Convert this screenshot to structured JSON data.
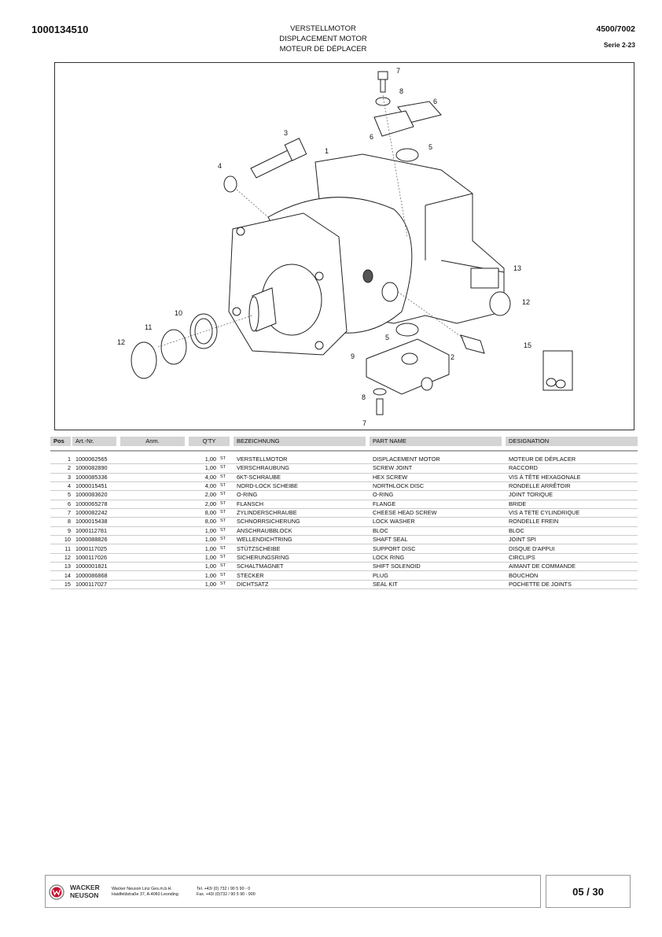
{
  "header": {
    "doc_number": "1000134510",
    "title_de": "VERSTELLMOTOR",
    "title_en": "DISPLACEMENT MOTOR",
    "title_fr": "MOTEUR DE DÉPLACER",
    "model": "4500/7002",
    "serie": "Serie 2-23"
  },
  "diagram": {
    "callouts": [
      "7",
      "8",
      "6",
      "6",
      "5",
      "3",
      "1",
      "4",
      "13",
      "12",
      "10",
      "11",
      "12",
      "15",
      "5",
      "9",
      "2",
      "8",
      "7"
    ]
  },
  "table": {
    "headers": {
      "pos": "Pos",
      "art": "Art.-Nr.",
      "anm": "Anm.",
      "qty": "Q'TY",
      "bez": "BEZEICHNUNG",
      "part": "PART NAME",
      "des": "DESIGNATION"
    },
    "rows": [
      {
        "pos": "1",
        "art": "1000062565",
        "qty": "1,00",
        "unit": "ST",
        "bez": "VERSTELLMOTOR",
        "part": "DISPLACEMENT MOTOR",
        "des": "MOTEUR DE DÉPLACER"
      },
      {
        "pos": "2",
        "art": "1000082890",
        "qty": "1,00",
        "unit": "ST",
        "bez": "VERSCHRAUBUNG",
        "part": "SCREW JOINT",
        "des": "RACCORD"
      },
      {
        "pos": "3",
        "art": "1000085336",
        "qty": "4,00",
        "unit": "ST",
        "bez": "6KT-SCHRAUBE",
        "part": "HEX SCREW",
        "des": "VIS À TÊTE HEXAGONALE"
      },
      {
        "pos": "4",
        "art": "1000015451",
        "qty": "4,00",
        "unit": "ST",
        "bez": "NORD-LOCK SCHEIBE",
        "part": "NORTHLOCK DISC",
        "des": "RONDELLE ARRÊTOIR"
      },
      {
        "pos": "5",
        "art": "1000083620",
        "qty": "2,00",
        "unit": "ST",
        "bez": "O-RING",
        "part": "O-RING",
        "des": "JOINT TORIQUE"
      },
      {
        "pos": "6",
        "art": "1000065278",
        "qty": "2,00",
        "unit": "ST",
        "bez": "FLANSCH",
        "part": "FLANGE",
        "des": "BRIDE"
      },
      {
        "pos": "7",
        "art": "1000082242",
        "qty": "8,00",
        "unit": "ST",
        "bez": "ZYLINDERSCHRAUBE",
        "part": "CHEESE HEAD SCREW",
        "des": "VIS A TETE CYLINDRIQUE"
      },
      {
        "pos": "8",
        "art": "1000015438",
        "qty": "8,00",
        "unit": "ST",
        "bez": "SCHNORRSICHERUNG",
        "part": "LOCK WASHER",
        "des": "RONDELLE FREIN"
      },
      {
        "pos": "9",
        "art": "1000112781",
        "qty": "1,00",
        "unit": "ST",
        "bez": "ANSCHRAUBBLOCK",
        "part": "BLOC",
        "des": "BLOC"
      },
      {
        "pos": "10",
        "art": "1000088826",
        "qty": "1,00",
        "unit": "ST",
        "bez": "WELLENDICHTRING",
        "part": "SHAFT SEAL",
        "des": "JOINT SPI"
      },
      {
        "pos": "11",
        "art": "1000117025",
        "qty": "1,00",
        "unit": "ST",
        "bez": "STÜTZSCHEIBE",
        "part": "SUPPORT DISC",
        "des": "DISQUE D'APPUI"
      },
      {
        "pos": "12",
        "art": "1000117026",
        "qty": "1,00",
        "unit": "ST",
        "bez": "SICHERUNGSRING",
        "part": "LOCK RING",
        "des": "CIRCLIPS"
      },
      {
        "pos": "13",
        "art": "1000001821",
        "qty": "1,00",
        "unit": "ST",
        "bez": "SCHALTMAGNET",
        "part": "SHIFT SOLENOID",
        "des": "AIMANT DE COMMANDE"
      },
      {
        "pos": "14",
        "art": "1000086868",
        "qty": "1,00",
        "unit": "ST",
        "bez": "STECKER",
        "part": "PLUG",
        "des": "BOUCHON"
      },
      {
        "pos": "15",
        "art": "1000117027",
        "qty": "1,00",
        "unit": "ST",
        "bez": "DICHTSATZ",
        "part": "SEAL KIT",
        "des": "POCHETTE DE JOINTS"
      }
    ]
  },
  "footer": {
    "logo_line1": "WACKER",
    "logo_line2": "NEUSON",
    "company": "Wacker Neuson Linz  Ges.m.b.H.",
    "address": "Haidfeldstraße 37, A-4060 Leonding",
    "tel": "Tel. +43/ (0) 732 / 90 5 90 - 0",
    "fax": "Fax. +43/ (0)732 / 90 5 90 - 900",
    "page": "05 / 30"
  }
}
